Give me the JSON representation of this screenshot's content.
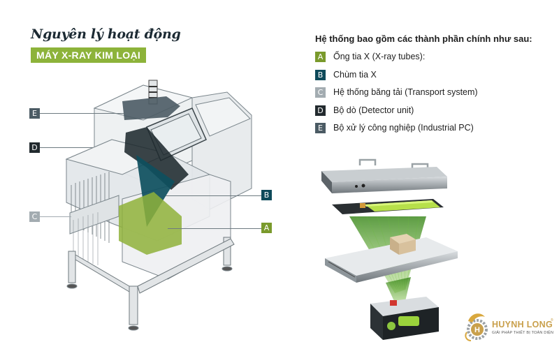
{
  "header": {
    "title": "Nguyên lý hoạt động",
    "subtitle": "MÁY X-RAY KIM LOẠI"
  },
  "colors": {
    "accent_green": "#8db33a",
    "badge_a": "#7a9a2c",
    "badge_b": "#0e4a5a",
    "badge_c": "#a3acb1",
    "badge_d": "#222a2e",
    "badge_e": "#4b5b64",
    "beam_teal": "#0e4f5e",
    "tube_green": "#8fb13a"
  },
  "legend": {
    "heading": "Hệ thống bao gồm các thành phần chính như sau:",
    "items": [
      {
        "key": "A",
        "label": "Ống tia X (X-ray tubes):"
      },
      {
        "key": "B",
        "label": "Chùm tia X"
      },
      {
        "key": "C",
        "label": "Hệ thống băng tải (Transport system)"
      },
      {
        "key": "D",
        "label": "Bộ dò (Detector unit)"
      },
      {
        "key": "E",
        "label": "Bộ xử lý công nghiệp (Industrial PC)"
      }
    ]
  },
  "callouts": {
    "E": "E",
    "D": "D",
    "C": "C",
    "B": "B",
    "A": "A"
  },
  "logo": {
    "name": "HUYNH LONG",
    "registered": "®",
    "tagline": "GIẢI PHÁP THIẾT BỊ TOÀN DIỆN",
    "monogram": "H"
  }
}
